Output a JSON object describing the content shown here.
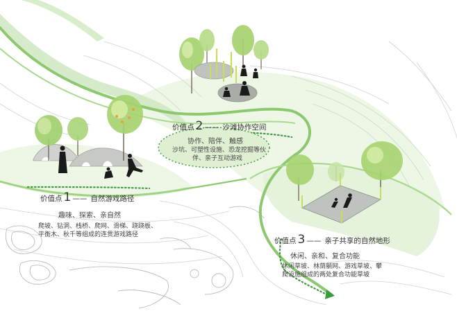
{
  "points": [
    {
      "prefix": "价值点",
      "number": "1",
      "dash": "——",
      "title": "自然游戏路径",
      "keywords": "趣味、探索、亲自然",
      "desc_lines": [
        "爬坡、钻洞、栈桥、爬网、滑梯、跷跷板、",
        "平衡木、秋千等组成的连贯游戏路径"
      ]
    },
    {
      "prefix": "价值点",
      "number": "2",
      "dash": "——",
      "title": "沙滩协作空间",
      "keywords": "协作、陪伴、触感",
      "desc_lines": [
        "沙坑、可塑性设施、恐龙挖掘等伙",
        "伴、亲子互动游戏"
      ]
    },
    {
      "prefix": "价值点",
      "number": "3",
      "dash": "——",
      "title": "亲子共享的自然地形",
      "keywords": "休闲、亲和、复合功能",
      "desc_lines": [
        "休闲草坡、林荫躺网、游戏草坡、攀",
        "爬设施组成的两处复合功能草坡"
      ]
    }
  ],
  "colors": {
    "green_dark": "#3d9a3d",
    "green_mid": "#8cc870",
    "green_light": "#dff0d2",
    "green_pale": "#eef7e6",
    "contour": "#cfd6cc",
    "sketch": "#b9bdb8"
  }
}
